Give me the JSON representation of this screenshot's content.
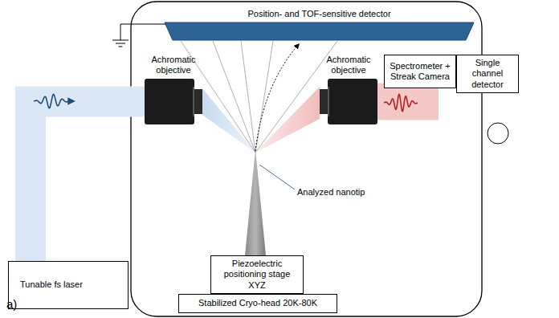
{
  "diagram": {
    "nodes": [
      {
        "text": [
          "Position- and TOF-sensitive detector"
        ]
      },
      {
        "text": [
          "Achromatic objective"
        ]
      },
      {
        "text": [
          "Achromatic objective"
        ]
      },
      {
        "text": [
          "Spectrometer + Streak Camera"
        ]
      },
      {
        "text": [
          "Single channel detector"
        ]
      },
      {
        "text": [
          "Tunable fs laser"
        ]
      },
      {
        "text": [
          "Piezoelectric positioning stage XYZ"
        ]
      },
      {
        "text": [
          "Stabilized Cryo-head 20K-80K"
        ]
      }
    ],
    "edges": [
      {
        "from": 5,
        "to": 1,
        "arrow": "none"
      },
      {
        "from": 2,
        "to": 3,
        "arrow": "none"
      }
    ],
    "labels": [
      "Analyzed nanotip",
      "a)"
    ]
  }
}
